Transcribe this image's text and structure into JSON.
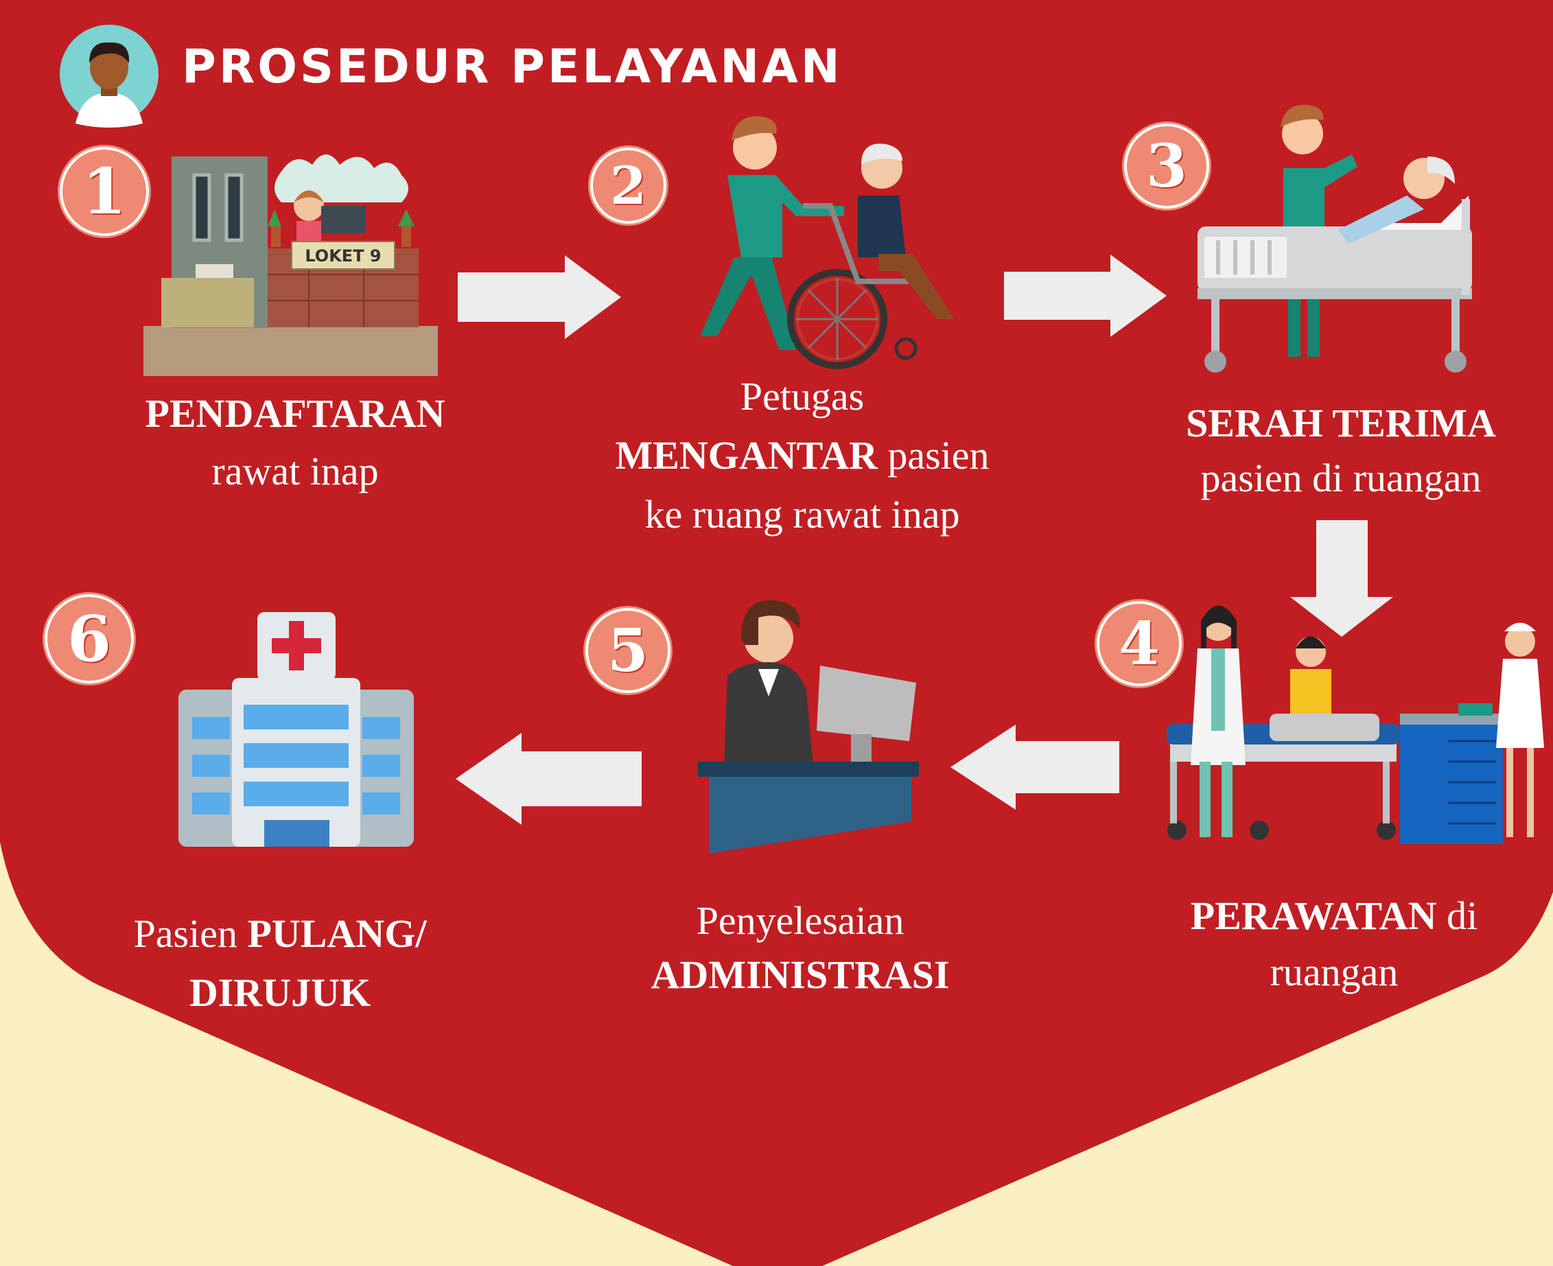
{
  "title": "PROSEDUR PELAYANAN",
  "colors": {
    "red": "#C01E22",
    "cream": "#FBEFC4",
    "badge": "#EE8A73",
    "arrow": "#EDEDED"
  },
  "steps": [
    {
      "number": "1",
      "line1_bold": "PENDAFTARAN",
      "line2": "rawat inap",
      "sign": "LOKET 9"
    },
    {
      "number": "2",
      "line1": "Petugas",
      "line2_bold": "MENGANTAR",
      "line2_rest": " pasien",
      "line3": "ke ruang rawat inap"
    },
    {
      "number": "3",
      "line1_bold": "SERAH TERIMA",
      "line2": "pasien di ruangan"
    },
    {
      "number": "4",
      "line1_bold": "PERAWATAN",
      "line1_rest": " di",
      "line2": "ruangan"
    },
    {
      "number": "5",
      "line1": "Penyelesaian",
      "line2_bold": "ADMINISTRASI"
    },
    {
      "number": "6",
      "line1_pre": "Pasien ",
      "line1_bold": "PULANG/",
      "line2_bold": "DIRUJUK"
    }
  ]
}
